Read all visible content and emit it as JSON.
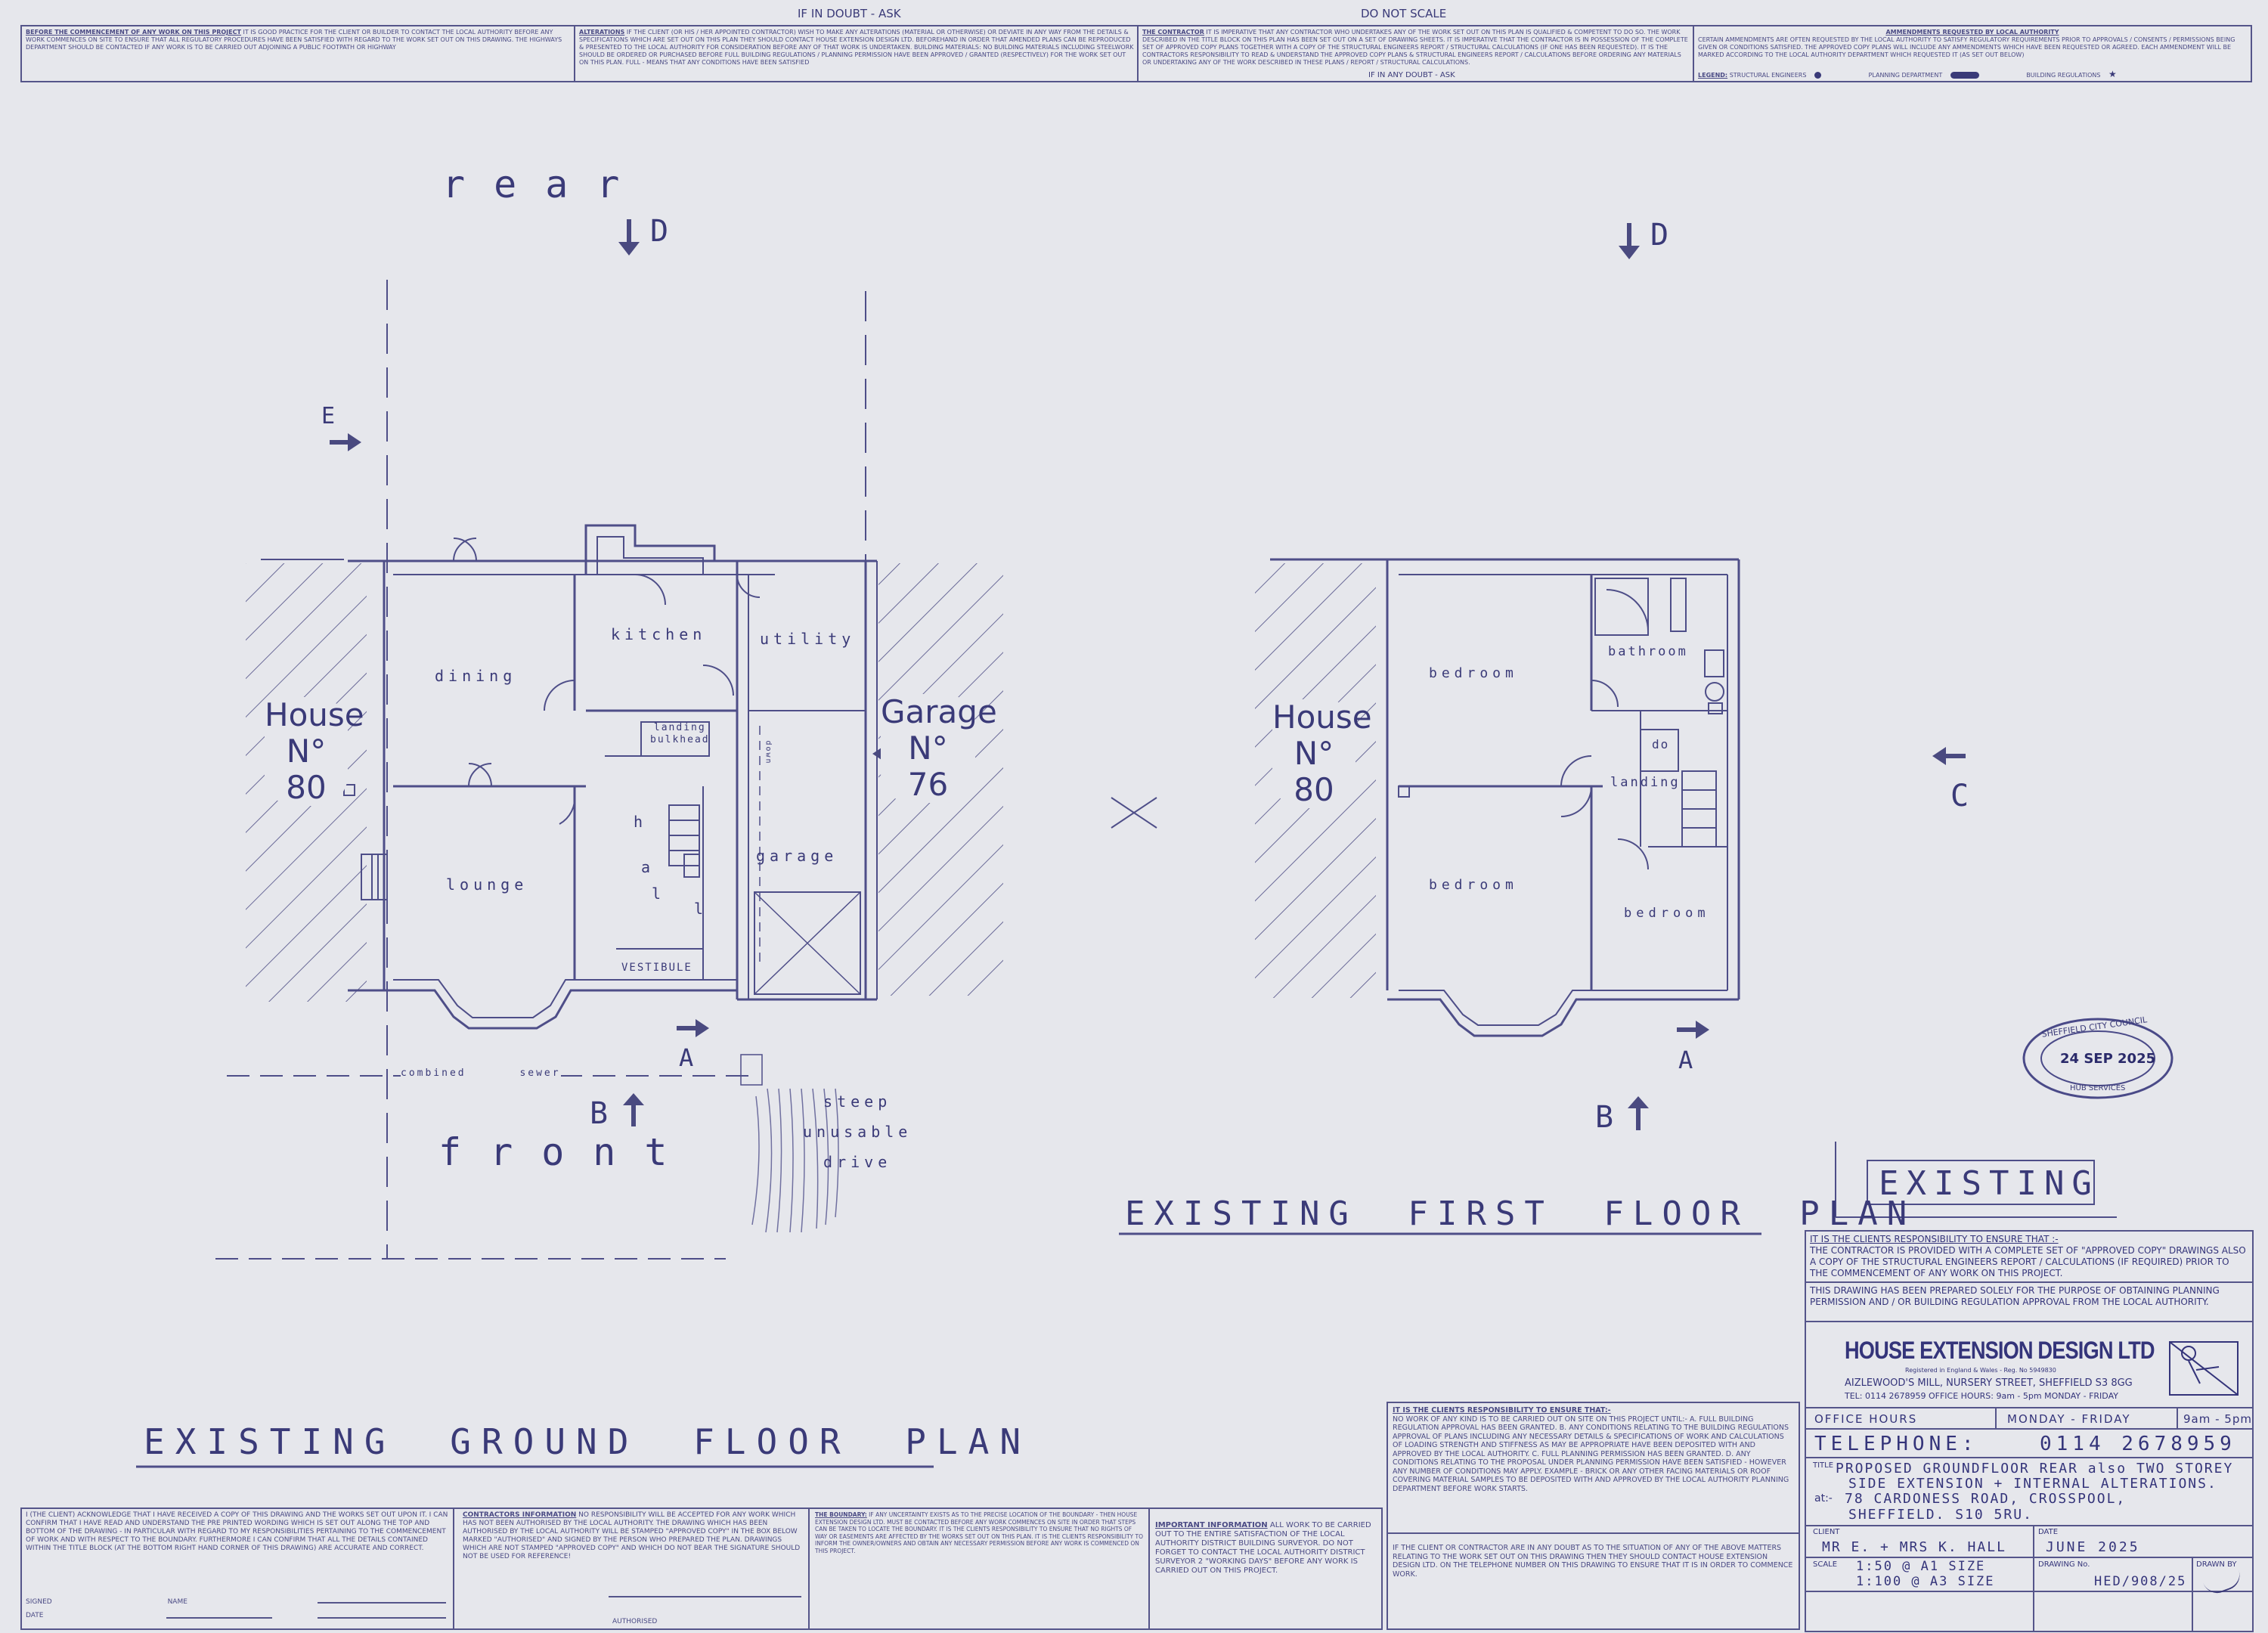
{
  "header": {
    "if_in_doubt": "IF IN DOUBT - ASK",
    "do_not_scale": "DO NOT SCALE",
    "if_in_doubt_bottom": "IF IN ANY DOUBT - ASK",
    "note1_title": "BEFORE THE COMMENCEMENT OF ANY WORK ON THIS PROJECT",
    "note1": "IT IS GOOD PRACTICE FOR THE CLIENT OR BUILDER TO CONTACT THE LOCAL AUTHORITY BEFORE ANY WORK COMMENCES ON SITE TO ENSURE THAT ALL REGULATORY PROCEDURES HAVE BEEN SATISFIED WITH REGARD TO THE WORK SET OUT ON THIS DRAWING. THE HIGHWAYS DEPARTMENT SHOULD BE CONTACTED IF ANY WORK IS TO BE CARRIED OUT ADJOINING A PUBLIC FOOTPATH OR HIGHWAY",
    "note2_title": "ALTERATIONS",
    "note2": "IF THE CLIENT (OR HIS / HER APPOINTED CONTRACTOR) WISH TO MAKE ANY ALTERATIONS (MATERIAL OR OTHERWISE) OR DEVIATE IN ANY WAY FROM THE DETAILS & SPECIFICATIONS WHICH ARE SET OUT ON THIS PLAN THEY SHOULD CONTACT HOUSE EXTENSION DESIGN LTD. BEFOREHAND IN ORDER THAT AMENDED PLANS CAN BE REPRODUCED & PRESENTED TO THE LOCAL AUTHORITY FOR CONSIDERATION BEFORE ANY OF THAT WORK IS UNDERTAKEN. BUILDING MATERIALS: NO BUILDING MATERIALS INCLUDING STEELWORK SHOULD BE ORDERED OR PURCHASED BEFORE FULL BUILDING REGULATIONS / PLANNING PERMISSION HAVE BEEN APPROVED / GRANTED (RESPECTIVELY) FOR THE WORK SET OUT ON THIS PLAN. FULL - MEANS THAT ANY CONDITIONS HAVE BEEN SATISFIED",
    "note3_title": "THE CONTRACTOR",
    "note3": "IT IS IMPERATIVE THAT ANY CONTRACTOR WHO UNDERTAKES ANY OF THE WORK SET OUT ON THIS PLAN IS QUALIFIED & COMPETENT TO DO SO. THE WORK DESCRIBED IN THE TITLE BLOCK ON THIS PLAN HAS BEEN SET OUT ON A SET OF DRAWING SHEETS. IT IS IMPERATIVE THAT THE CONTRACTOR IS IN POSSESSION OF THE COMPLETE SET OF APPROVED COPY PLANS TOGETHER WITH A COPY OF THE STRUCTURAL ENGINEERS REPORT / STRUCTURAL CALCULATIONS (IF ONE HAS BEEN REQUESTED). IT IS THE CONTRACTORS RESPONSIBILITY TO READ & UNDERSTAND THE APPROVED COPY PLANS & STRUCTURAL ENGINEERS REPORT / CALCULATIONS BEFORE ORDERING ANY MATERIALS OR UNDERTAKING ANY OF THE WORK DESCRIBED IN THESE PLANS / REPORT / STRUCTURAL CALCULATIONS.",
    "note4_title": "AMMENDMENTS REQUESTED BY LOCAL AUTHORITY",
    "note4": "CERTAIN AMMENDMENTS ARE OFTEN REQUESTED BY THE LOCAL AUTHORITY TO SATISFY REGULATORY REQUIREMENTS PRIOR TO APPROVALS / CONSENTS / PERMISSIONS BEING GIVEN OR CONDITIONS SATISFIED. THE APPROVED COPY PLANS WILL INCLUDE ANY AMMENDMENTS WHICH HAVE BEEN REQUESTED OR AGREED. EACH AMMENDMENT WILL BE MARKED ACCORDING TO THE LOCAL AUTHORITY DEPARTMENT WHICH REQUESTED IT (AS SET OUT BELOW)",
    "legend_label": "LEGEND:",
    "legend_struct": "STRUCTURAL ENGINEERS",
    "legend_planning": "PLANNING DEPARTMENT",
    "legend_building": "BUILDING REGULATIONS"
  },
  "ground_floor": {
    "title": "EXISTING GROUND FLOOR PLAN",
    "rear": "rear",
    "front": "front",
    "house_name": "House",
    "house_no": "N°",
    "house_num": "80",
    "garage_name": "Garage",
    "garage_no": "N°",
    "garage_num": "76",
    "rooms": {
      "kitchen": "kitchen",
      "utility": "utility",
      "dining": "dining",
      "landing": "landing",
      "bulkhead": "bulkhead",
      "hall_h": "h",
      "hall_a": "a",
      "hall_l1": "l",
      "hall_l2": "l",
      "lounge": "lounge",
      "vestibule": "VESTIBULE",
      "garage": "garage",
      "steep": "steep",
      "unusable": "unusable",
      "drive": "drive",
      "combined": "combined",
      "sewer": "sewer",
      "stairs": "down"
    },
    "arrows": {
      "d": "D",
      "e": "E",
      "c": "C",
      "a": "A",
      "b": "B"
    }
  },
  "first_floor": {
    "title": "EXISTING FIRST FLOOR PLAN",
    "house_name": "House",
    "house_no": "N°",
    "house_num": "80",
    "rooms": {
      "bedroom1": "bedroom",
      "bedroom2": "bedroom",
      "bedroom3": "bedroom",
      "bathroom": "bathroom",
      "landing": "landing",
      "do": "do"
    },
    "arrows": {
      "d": "D",
      "c": "C",
      "a": "A",
      "b": "B"
    }
  },
  "stamp": {
    "council": "SHEFFIELD CITY COUNCIL",
    "date": "24 SEP 2025",
    "hub": "HUB SERVICES"
  },
  "existing_label": "EXISTING",
  "title_block": {
    "resp_title": "IT IS THE CLIENTS RESPONSIBILITY TO ENSURE THAT :-",
    "resp_text": "THE CONTRACTOR IS PROVIDED WITH A COMPLETE SET OF \"APPROVED COPY\" DRAWINGS ALSO A COPY OF THE STRUCTURAL ENGINEERS REPORT / CALCULATIONS (IF REQUIRED) PRIOR TO THE COMMENCEMENT OF ANY WORK ON THIS PROJECT.",
    "purpose": "THIS DRAWING HAS BEEN PREPARED SOLELY FOR THE PURPOSE OF OBTAINING PLANNING PERMISSION AND / OR BUILDING REGULATION APPROVAL FROM THE LOCAL AUTHORITY.",
    "company": "HOUSE EXTENSION DESIGN LTD",
    "registered": "Registered in England & Wales - Reg. No 5949830",
    "address": "AIZLEWOOD'S MILL, NURSERY STREET, SHEFFIELD S3 8GG",
    "phone_hours": "TEL: 0114 2678959 OFFICE HOURS: 9am - 5pm MONDAY - FRIDAY",
    "office_hours_label": "OFFICE HOURS",
    "office_hours_days": "MONDAY - FRIDAY",
    "office_hours_time": "9am - 5pm",
    "telephone_label": "TELEPHONE:",
    "telephone": "0114 2678959",
    "title_label": "TITLE",
    "title_line1": "PROPOSED GROUNDFLOOR REAR also TWO STOREY",
    "title_line2": "SIDE EXTENSION + INTERNAL ALTERATIONS.",
    "at_label": "at:-",
    "address_line1": "78 CARDONESS ROAD, CROSSPOOL,",
    "address_line2": "SHEFFIELD. S10 5RU.",
    "client_label": "CLIENT",
    "client": "MR E. + MRS K. HALL",
    "date_label": "DATE",
    "date": "JUNE 2025",
    "scale_label": "SCALE",
    "scale1": "1:50 @ A1 SIZE",
    "scale2": "1:100 @ A3 SIZE",
    "drawing_no_label": "DRAWING No.",
    "drawing_no": "HED/908/25",
    "drawn_by_label": "DRAWN BY"
  },
  "footer": {
    "ack": "I (THE CLIENT) ACKNOWLEDGE THAT I HAVE RECEIVED A COPY OF THIS DRAWING AND THE WORKS SET OUT UPON IT. I CAN CONFIRM THAT I HAVE READ AND UNDERSTAND THE PRE PRINTED WORDING WHICH IS SET OUT ALONG THE TOP AND BOTTOM OF THE DRAWING - IN PARTICULAR WITH REGARD TO MY RESPONSIBILITIES PERTAINING TO THE COMMENCEMENT OF WORK AND WITH RESPECT TO THE BOUNDARY. FURTHERMORE I CAN CONFIRM THAT ALL THE DETAILS CONTAINED WITHIN THE TITLE BLOCK (AT THE BOTTOM RIGHT HAND CORNER OF THIS DRAWING) ARE ACCURATE AND CORRECT.",
    "signed": "SIGNED",
    "name": "NAME",
    "date": "DATE",
    "contractors_title": "CONTRACTORS INFORMATION",
    "contractors": "NO RESPONSIBILITY WILL BE ACCEPTED FOR ANY WORK WHICH HAS NOT BEEN AUTHORISED BY THE LOCAL AUTHORITY. THE DRAWING WHICH HAS BEEN AUTHORISED BY THE LOCAL AUTHORITY WILL BE STAMPED \"APPROVED COPY\" IN THE BOX BELOW MARKED \"AUTHORISED\" AND SIGNED BY THE PERSON WHO PREPARED THE PLAN. DRAWINGS WHICH ARE NOT STAMPED \"APPROVED COPY\" AND WHICH DO NOT BEAR THE SIGNATURE SHOULD NOT BE USED FOR REFERENCE!",
    "authorised": "AUTHORISED",
    "boundary_title": "THE BOUNDARY:",
    "boundary": "IF ANY UNCERTAINTY EXISTS AS TO THE PRECISE LOCATION OF THE BOUNDARY - THEN HOUSE EXTENSION DESIGN LTD. MUST BE CONTACTED BEFORE ANY WORK COMMENCES ON SITE IN ORDER THAT STEPS CAN BE TAKEN TO LOCATE THE BOUNDARY. IT IS THE CLIENTS RESPONSIBILITY TO ENSURE THAT NO RIGHTS OF WAY OR EASEMENTS ARE AFFECTED BY THE WORKS SET OUT ON THIS PLAN. IT IS THE CLIENTS RESPONSIBILITY TO INFORM THE OWNER/OWNERS AND OBTAIN ANY NECESSARY PERMISSION BEFORE ANY WORK IS COMMENCED ON THIS PROJECT.",
    "important_title": "IMPORTANT INFORMATION",
    "important": "ALL WORK TO BE CARRIED OUT TO THE ENTIRE SATISFACTION OF THE LOCAL AUTHORITY DISTRICT BUILDING SURVEYOR. DO NOT FORGET TO CONTACT THE LOCAL AUTHORITY DISTRICT SURVEYOR 2 \"WORKING DAYS\" BEFORE ANY WORK IS CARRIED OUT ON THIS PROJECT.",
    "clients_title": "IT IS THE CLIENTS RESPONSIBILITY TO ENSURE THAT:-",
    "clients": "NO WORK OF ANY KIND IS TO BE CARRIED OUT ON SITE ON THIS PROJECT UNTIL:- A. FULL BUILDING REGULATION APPROVAL HAS BEEN GRANTED. B. ANY CONDITIONS RELATING TO THE BUILDING REGULATIONS APPROVAL OF PLANS INCLUDING ANY NECESSARY DETAILS & SPECIFICATIONS OF WORK AND CALCULATIONS OF LOADING STRENGTH AND STIFFNESS AS MAY BE APPROPRIATE HAVE BEEN DEPOSITED WITH AND APPROVED BY THE LOCAL AUTHORITY. C. FULL PLANNING PERMISSION HAS BEEN GRANTED. D. ANY CONDITIONS RELATING TO THE PROPOSAL UNDER PLANNING PERMISSION HAVE BEEN SATISFIED - HOWEVER ANY NUMBER OF CONDITIONS MAY APPLY. EXAMPLE - BRICK OR ANY OTHER FACING MATERIALS OR ROOF COVERING MATERIAL SAMPLES TO BE DEPOSITED WITH AND APPROVED BY THE LOCAL AUTHORITY PLANNING DEPARTMENT BEFORE WORK STARTS.",
    "clients2": "IF THE CLIENT OR CONTRACTOR ARE IN ANY DOUBT AS TO THE SITUATION OF ANY OF THE ABOVE MATTERS RELATING TO THE WORK SET OUT ON THIS DRAWING THEN THEY SHOULD CONTACT HOUSE EXTENSION DESIGN LTD. ON THE TELEPHONE NUMBER ON THIS DRAWING TO ENSURE THAT IT IS IN ORDER TO COMMENCE WORK."
  }
}
